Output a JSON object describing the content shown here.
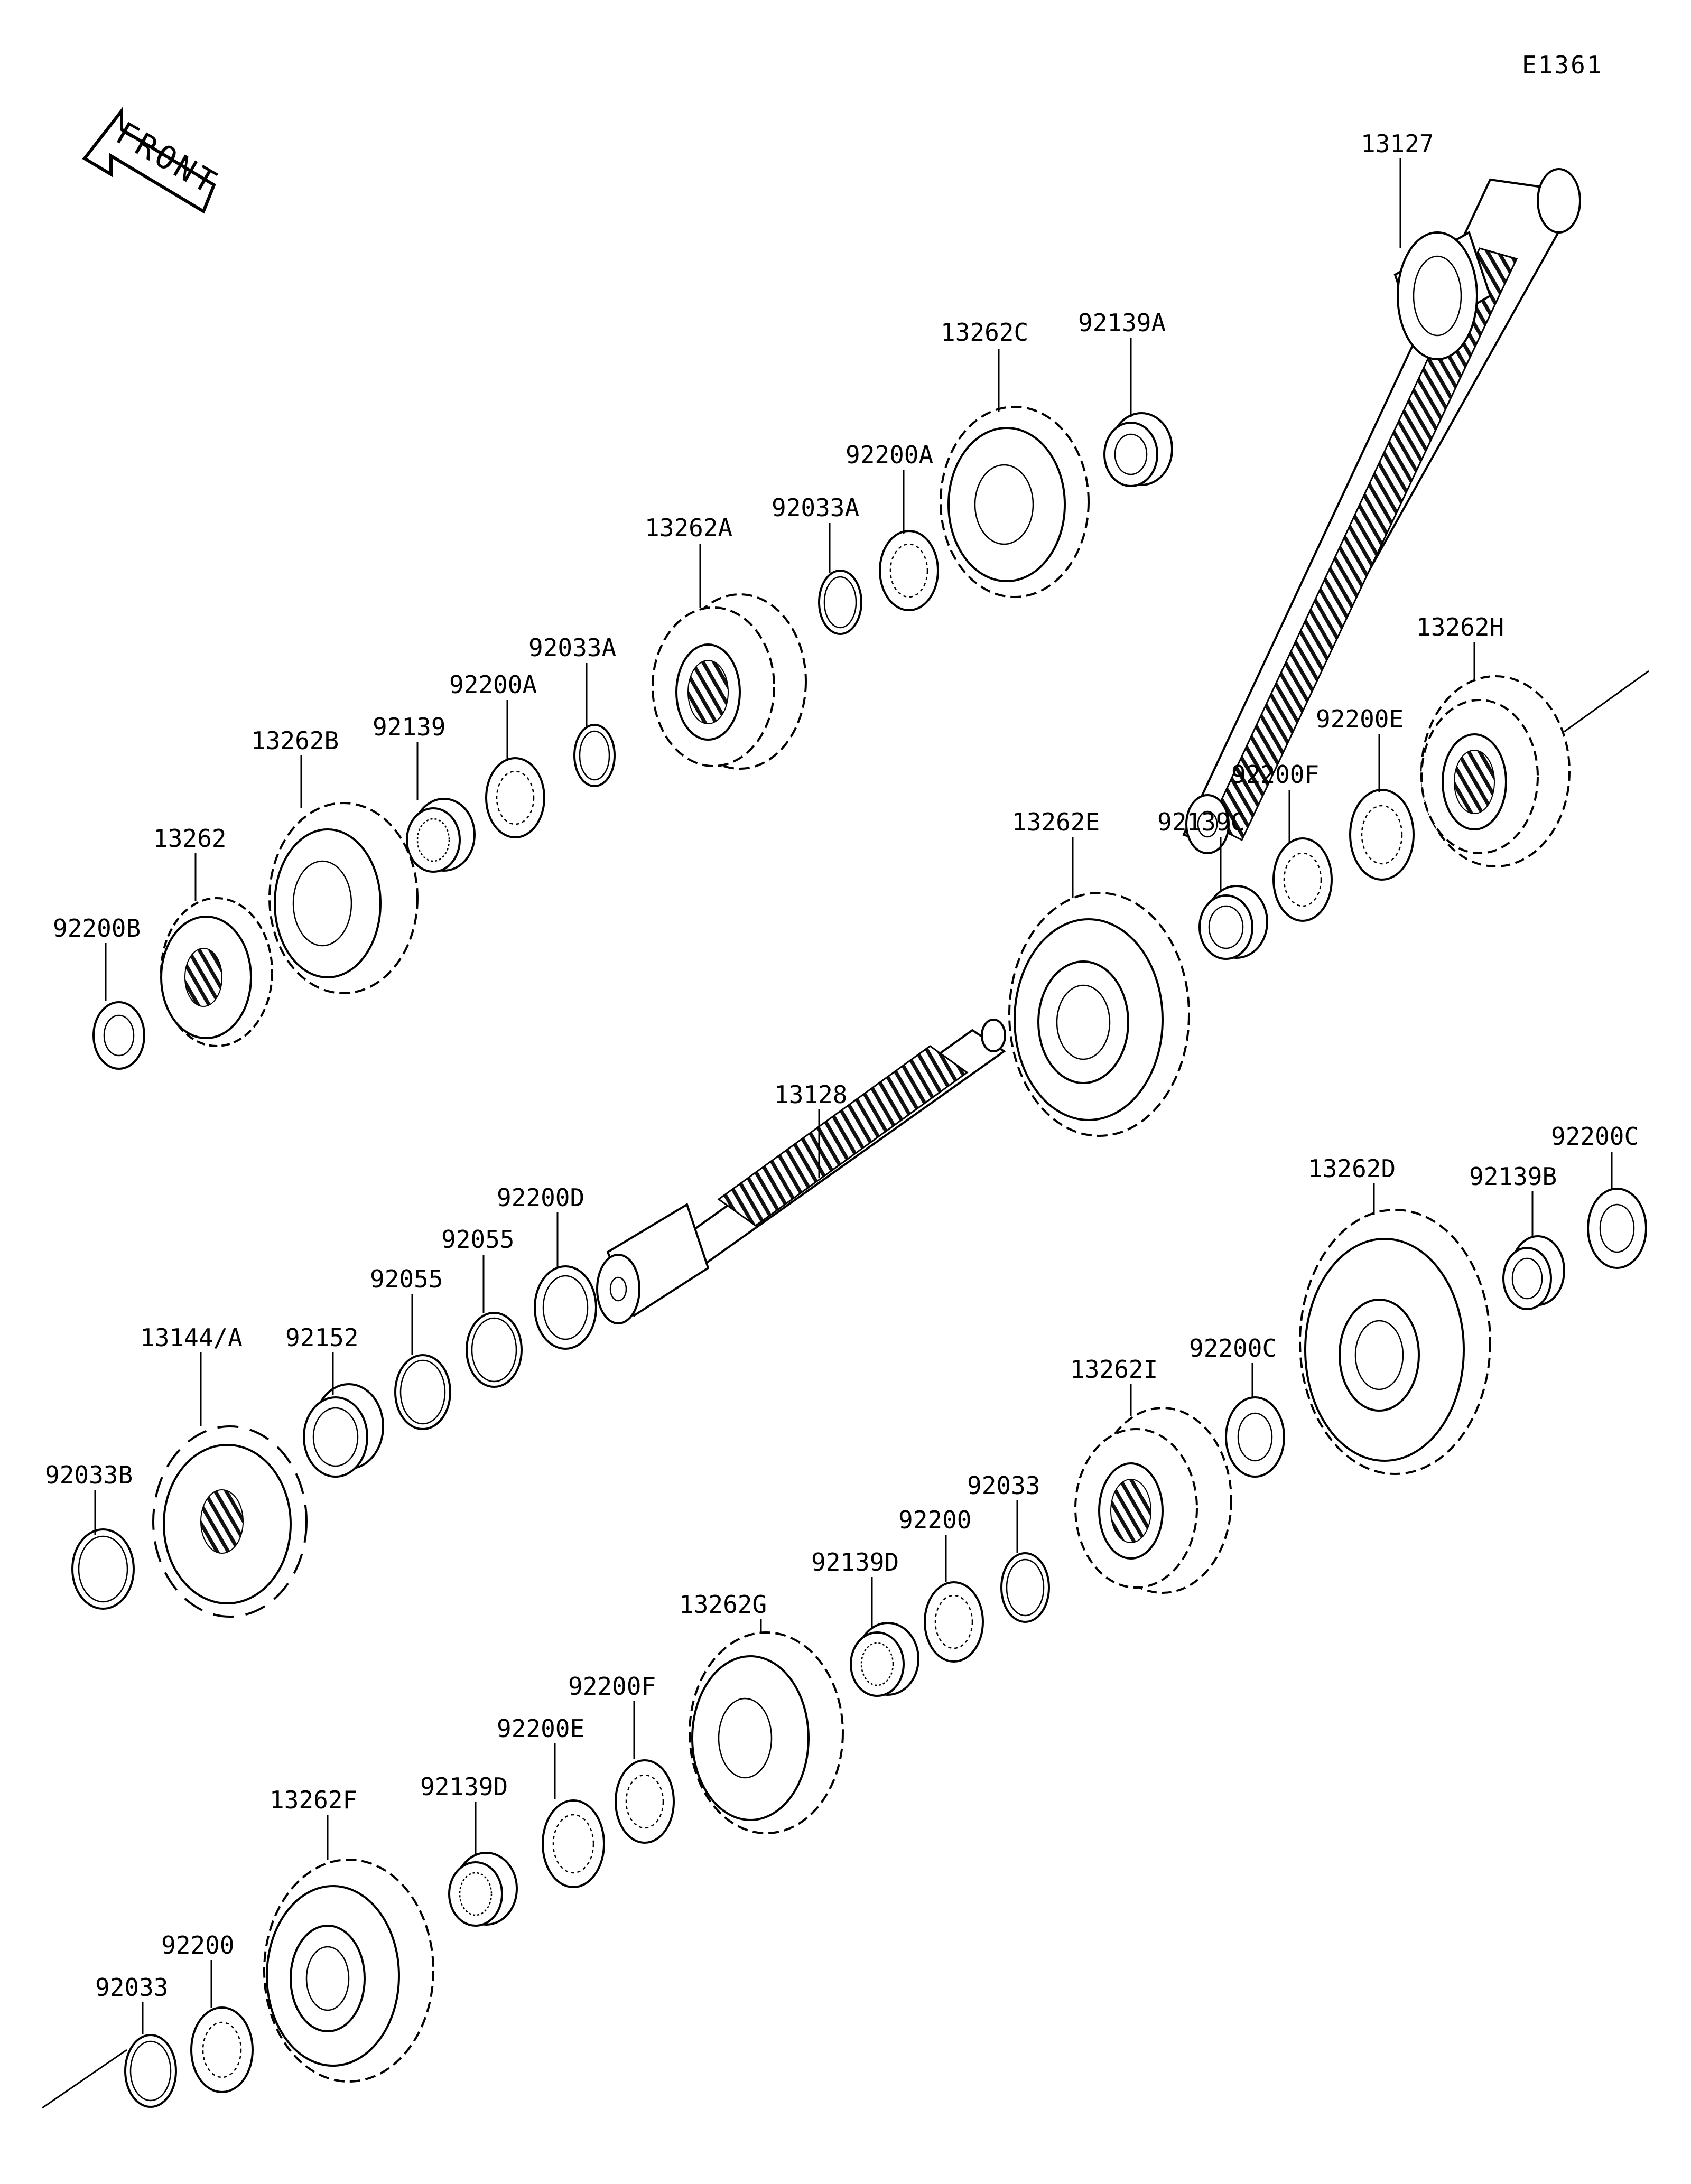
{
  "diagram_code": "E1361",
  "front_label": "FRONT",
  "parts": [
    {
      "id": "p13127",
      "label": "13127"
    },
    {
      "id": "p92139A",
      "label": "92139A"
    },
    {
      "id": "p13262C",
      "label": "13262C"
    },
    {
      "id": "p92200A_1",
      "label": "92200A"
    },
    {
      "id": "p92033A_1",
      "label": "92033A"
    },
    {
      "id": "p13262A",
      "label": "13262A"
    },
    {
      "id": "p92033A_2",
      "label": "92033A"
    },
    {
      "id": "p92200A_2",
      "label": "92200A"
    },
    {
      "id": "p92139",
      "label": "92139"
    },
    {
      "id": "p13262B",
      "label": "13262B"
    },
    {
      "id": "p13262",
      "label": "13262"
    },
    {
      "id": "p92200B",
      "label": "92200B"
    },
    {
      "id": "p13262H",
      "label": "13262H"
    },
    {
      "id": "p92200E_1",
      "label": "92200E"
    },
    {
      "id": "p92200F_1",
      "label": "92200F"
    },
    {
      "id": "p92139C",
      "label": "92139C"
    },
    {
      "id": "p13262E",
      "label": "13262E"
    },
    {
      "id": "p13128",
      "label": "13128"
    },
    {
      "id": "p92200C_1",
      "label": "92200C"
    },
    {
      "id": "p92139B",
      "label": "92139B"
    },
    {
      "id": "p13262D",
      "label": "13262D"
    },
    {
      "id": "p92200D",
      "label": "92200D"
    },
    {
      "id": "p92055_1",
      "label": "92055"
    },
    {
      "id": "p92055_2",
      "label": "92055"
    },
    {
      "id": "p92152",
      "label": "92152"
    },
    {
      "id": "p13144A",
      "label": "13144/A"
    },
    {
      "id": "p92033B",
      "label": "92033B"
    },
    {
      "id": "p92200C_2",
      "label": "92200C"
    },
    {
      "id": "p13262I",
      "label": "13262I"
    },
    {
      "id": "p92033_1",
      "label": "92033"
    },
    {
      "id": "p92200_1",
      "label": "92200"
    },
    {
      "id": "p92139D_1",
      "label": "92139D"
    },
    {
      "id": "p13262G",
      "label": "13262G"
    },
    {
      "id": "p92200F_2",
      "label": "92200F"
    },
    {
      "id": "p92200E_2",
      "label": "92200E"
    },
    {
      "id": "p92139D_2",
      "label": "92139D"
    },
    {
      "id": "p13262F",
      "label": "13262F"
    },
    {
      "id": "p92200_2",
      "label": "92200"
    },
    {
      "id": "p92033_2",
      "label": "92033"
    }
  ]
}
